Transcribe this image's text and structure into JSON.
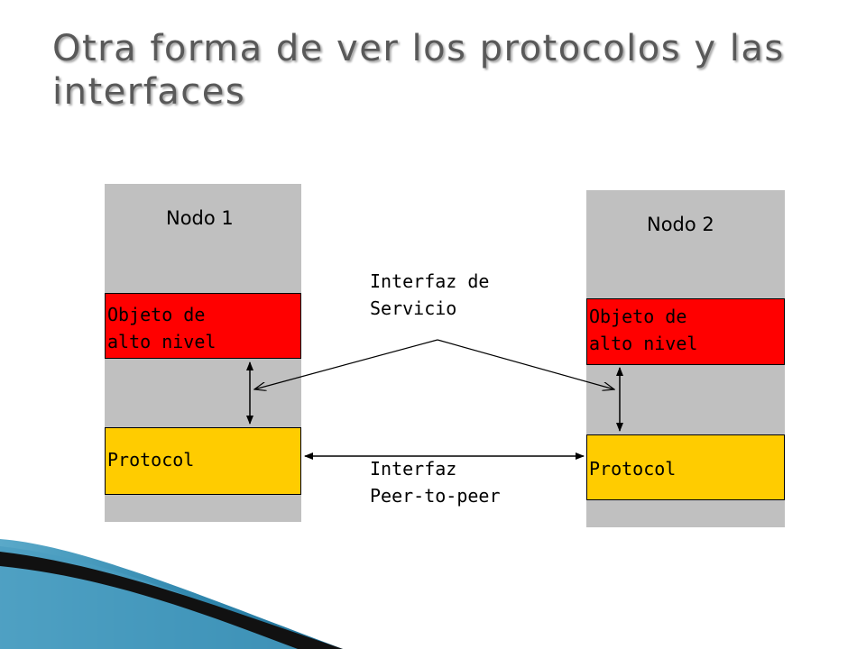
{
  "slide": {
    "title": "Otra forma de ver los protocolos y las interfaces"
  },
  "diagram": {
    "nodes": [
      {
        "label": "Nodo 1",
        "high_level_object": "Objeto de\nalto nivel",
        "protocol": "Protocol"
      },
      {
        "label": "Nodo 2",
        "high_level_object": "Objeto de\nalto nivel",
        "protocol": "Protocol"
      }
    ],
    "service_interface_label": "Interfaz de\nServicio",
    "peer_interface_label": "Interfaz\nPeer-to-peer"
  },
  "colors": {
    "node_background": "#c0c0c0",
    "high_level_object": "#ff0000",
    "protocol": "#ffcc00",
    "title_text": "#595959"
  }
}
